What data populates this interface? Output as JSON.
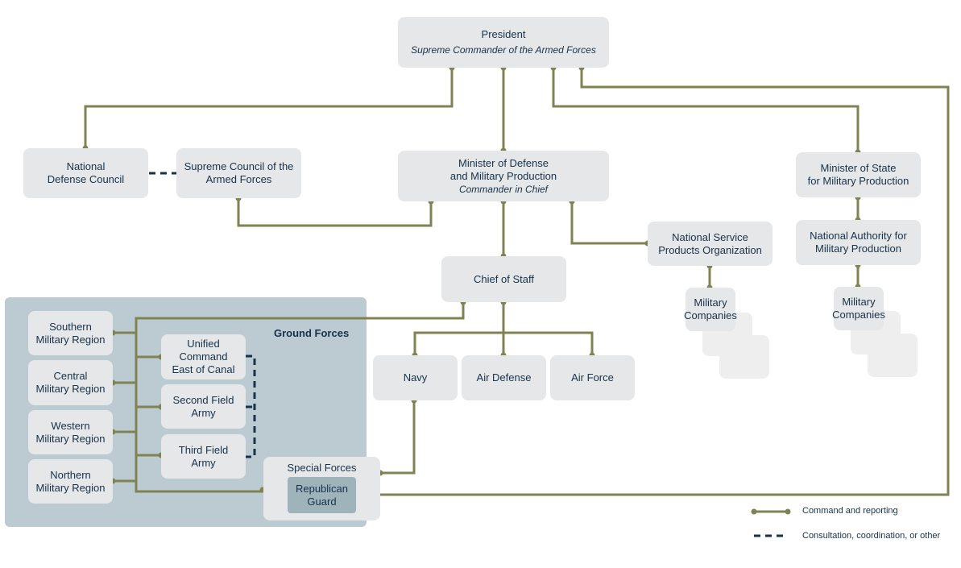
{
  "colors": {
    "command_line": "#7f8354",
    "consult_line": "#17324a",
    "box_fill": "#e6e7e8",
    "ground_forces_fill": "#bccbd1",
    "guard_fill": "#9fb3ba"
  },
  "nodes": {
    "president": {
      "title": "President",
      "subtitle": "Supreme Commander of the Armed Forces"
    },
    "national_defense_council": {
      "title": "National\nDefense Council"
    },
    "supreme_council": {
      "title": "Supreme Council of the\nArmed Forces"
    },
    "minister_defense": {
      "title": "Minister of Defense\nand Military Production",
      "subtitle": "Commander in Chief"
    },
    "minister_state": {
      "title": "Minister of State\nfor Military Production"
    },
    "national_service": {
      "title": "National Service\nProducts Organization"
    },
    "national_authority": {
      "title": "National Authority for\nMilitary Production"
    },
    "military_companies_1": {
      "title": "Military\nCompanies"
    },
    "military_companies_2": {
      "title": "Military\nCompanies"
    },
    "chief_of_staff": {
      "title": "Chief of Staff"
    },
    "navy": {
      "title": "Navy"
    },
    "air_defense": {
      "title": "Air Defense"
    },
    "air_force": {
      "title": "Air Force"
    },
    "ground_forces": {
      "title": "Ground Forces"
    },
    "southern": {
      "title": "Southern\nMilitary Region"
    },
    "central": {
      "title": "Central\nMilitary Region"
    },
    "western": {
      "title": "Western\nMilitary Region"
    },
    "northern": {
      "title": "Northern\nMilitary Region"
    },
    "unified_command": {
      "title": "Unified\nCommand\nEast of Canal"
    },
    "second_army": {
      "title": "Second Field\nArmy"
    },
    "third_army": {
      "title": "Third Field\nArmy"
    },
    "special_forces": {
      "title": "Special Forces"
    },
    "republican_guard": {
      "title": "Republican\nGuard"
    }
  },
  "legend": {
    "command": "Command and reporting",
    "consultation": "Consultation, coordination, or other"
  }
}
